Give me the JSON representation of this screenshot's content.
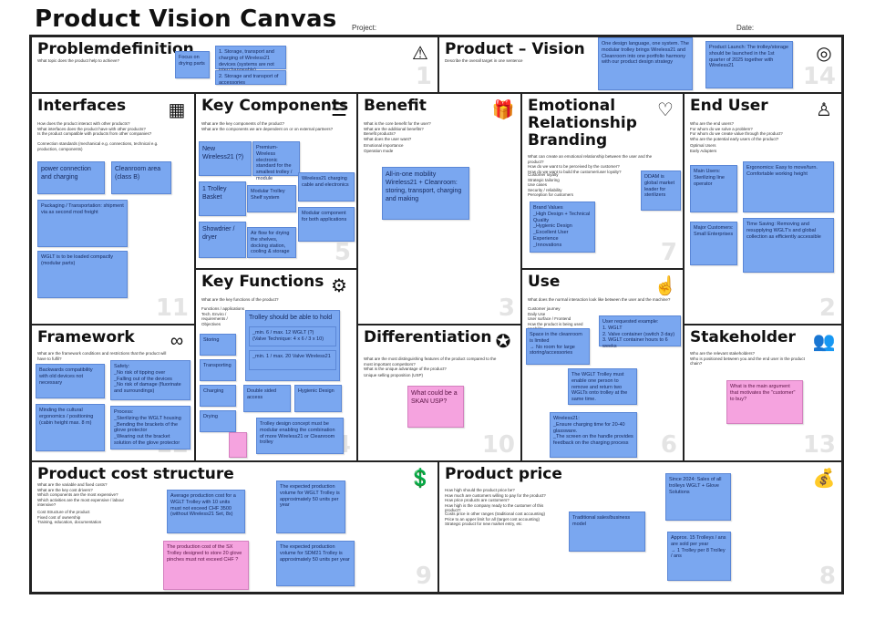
{
  "header": {
    "title": "Product Vision Canvas",
    "project_label": "Project:",
    "date_label": "Date:"
  },
  "colors": {
    "note_blue": "#7aa7f0",
    "note_pink": "#f5a3df",
    "grid": "#222222"
  },
  "cells": {
    "problemdefinition": {
      "title": "Problemdefinition",
      "num": "1",
      "icon": "warning-triangle-icon",
      "q": "What topic does the product help to achieve?",
      "notes": [
        "Focus on drying parts",
        "1. Storage, transport and charging of Wireless21 devices (systems are not interchangeable)",
        "2. Storage and transport of accessories"
      ]
    },
    "vision": {
      "title": "Product – Vision",
      "num": "14",
      "icon": "target-icon",
      "q": "Describe the overall target in one sentence",
      "notes": [
        "One design language, one system. The modular trolley brings Wireless21 and Cleanroom into one portfolio harmony with our product design strategy",
        "Product Launch: The trolley/storage should be launched in the 1st quarter of 2025 together with Wireless21"
      ]
    },
    "interfaces": {
      "title": "Interfaces",
      "num": "11",
      "icon": "puzzle-icon",
      "q": "How does the product interact with other products?\nWhat interfaces does the product have with other products?\nIs the product compatible with products from other companies?",
      "q2": "Connection standards (mechanical e.g. connections, technical e.g. production, components)",
      "notes": [
        "power connection and charging",
        "Cleanroom area (class B)",
        "Packaging / Transportation: shipment via as second mod freight",
        "WGLT is to be loaded compactly (modular parts)"
      ]
    },
    "key_components": {
      "title": "Key Components",
      "num": "5",
      "icon": "stack-hand-icon",
      "q": "What are the key components of the product?\nWhat are the components we are dependent on or on external partners?",
      "notes": [
        "New Wireless21 (?)",
        "Premium-Wireless electronic standard for the smallest trolley / module",
        "1 Trolley Basket",
        "Modular Trolley Shelf system",
        "Wireless21 charging cable and electronics",
        "Showdrier / dryer",
        "Air flow for drying the shelves, docking station, cooling & storage",
        "Modular component for both applications"
      ]
    },
    "benefit": {
      "title": "Benefit",
      "num": "3",
      "icon": "gift-icon",
      "q": "What is the core benefit for the user?\nWhat are the additional benefits?\nBenefit products?\nWhat does the user want?",
      "q2": "Emotional importance\nOperation mode",
      "notes": [
        "All-in-one mobility Wireless21 + Cleanroom: storing, transport, charging and making"
      ]
    },
    "emotional": {
      "title": "Emotional Relationship Branding",
      "num": "7",
      "icon": "heart-hand-icon",
      "q": "What can create an emotional relationship between the user and the product?\nHow do we want to be perceived by the customer?\nHow do we want to build the customer/user loyalty?",
      "q2": "Customer loyalty\nStrategic tailoring\nUse cases\nSecurity / reliability\nPerception for customers",
      "notes": [
        "Brand Values\n_High Design + Technical Quality\n_Hygienic Design\n_Excellent User Experience\n_Innovations",
        "DDAM is global market leader for sterilizers"
      ]
    },
    "end_user": {
      "title": "End User",
      "num": "2",
      "icon": "person-icon",
      "q": "Who are the end users?\nFor whom do we solve a problem?\nFor whom do we create value through the product?\nWho are the potential early users of the product?",
      "q2": "Optimal Users\nEarly Adopters",
      "notes": [
        "Main Users: Sterilizing line operator",
        "Ergonomics: Easy to move/turn. Comfortable working height",
        "Major Customers: Small Enterprises",
        "Time Saving: Removing and resupplying WGLT's and global collection as efficiently accessible"
      ]
    },
    "key_functions": {
      "title": "Key Functions",
      "num": "4",
      "icon": "gear-hand-icon",
      "q": "What are the key functions of the product?",
      "q2": "Functions / applications\nTech. Enviro / requirements / Objectives",
      "notes": [
        "Trolley should be able to hold",
        "_min. 6 / max. 12 WGLT (?)\n(Valve Technique: 4 x 6 / 3 x 10)",
        "_min. 1 / max. 20 Valve Wireless21",
        "Storing",
        "Transporting",
        "Charging",
        "Double sided access",
        "Hygienic Design",
        "Drying",
        "Trolley design concept must be modular enabling the combination of more Wireless21 or Cleanroom trolley"
      ]
    },
    "use": {
      "title": "Use",
      "num": "6",
      "icon": "pointer-hand-icon",
      "q": "What does the normal interaction look like between the user and the machine?",
      "q2": "Customer journey\nDaily Use\nUser surface / Frontend\nHow the product is being used\nUsability",
      "notes": [
        "Space in the cleanroom is limited\n→ No room for large storing/accessories",
        "User requested example:\n1. WGLT\n2. Valve container (switch 3 day)\n3. WGLT container hours to 6 weeks",
        "The WGLT Trolley must enable one person to remove and return two WGLTs onto trolley at the same time.",
        "Wireless21:\n_Ensure charging time for 20-40 glassware.\n_The screen on the handle provides feedback on the charging process"
      ]
    },
    "framework": {
      "title": "Framework",
      "num": "12",
      "icon": "links-icon",
      "q": "What are the framework conditions and restrictions that the product will have to fulfil?",
      "notes": [
        "Backwards compatibility with old devices not necessary",
        "Safety:\n_No risk of tipping over\n_Falling out of the devices\n_No risk of damage (fluorinate and surroundings)",
        "Minding the cultural ergonomics / positioning (cabin height max. 8 m)",
        "Process:\n_Sterilizing the WGLT housing\n_Bending the brackets of the glove protector\n_Wearing out the bracket solution of the glove protector"
      ]
    },
    "differentiation": {
      "title": "Differentiation",
      "num": "10",
      "icon": "medal-icon",
      "q": "What are the most distinguishing features of the product compared to the most important competitors?\nWhat is the unique advantage of the product?",
      "q2": "Unique selling proposition (USP)",
      "notes": [
        "What could be a SKAN USP?"
      ]
    },
    "stakeholder": {
      "title": "Stakeholder",
      "num": "13",
      "icon": "group-icon",
      "q": "Who are the relevant stakeholders?\nWho is positioned between you and the end user in the product chain?",
      "notes": [
        "What is the main argument that motivates the \"customer\" to buy?"
      ]
    },
    "cost": {
      "title": "Product cost structure",
      "num": "9",
      "icon": "cost-sheet-icon",
      "q": "What are the variable and fixed costs?\nWhat are the key cost drivers?\nWhich components are the most expensive?\nWhich activities are the most expensive / labour intensive?",
      "q2": "Cost Structure of the product\nFixed cost of ownership\nTraining, education, documentation",
      "notes": [
        "Average production cost for a WGLT Trolley with 10 units must not exceed CHF 3500 (without Wireless21 Set, 8x)",
        "The expected production volume for WGLT Trolley is approximately 50 units per year",
        "The production cost of the SX Trolley designed to store 20 glove pinches must not exceed CHF ?",
        "The expected production volume for SDM21 Trolley is approximately 50 units per year"
      ]
    },
    "price": {
      "title": "Product price",
      "num": "8",
      "icon": "money-hand-icon",
      "q": "How high should the product price be?\nHow much are customers willing to pay for the product?\nHow price products are customers?\nHow high is the company ready to the customer of this product?",
      "q2": "Costs price in other ranges (traditional cost accounting)\nPrice to an upper limit for all (target cost accounting)\nStrategic product for new market entry, etc",
      "notes": [
        "Since 2024: Sales of all trolleys WGLT + Glove Solutions",
        "Traditional sales/business model",
        "Approx. 15 Trolleys / ans are sold per year\n→ 1 Trolley per 8 Trolley / ans"
      ]
    }
  }
}
